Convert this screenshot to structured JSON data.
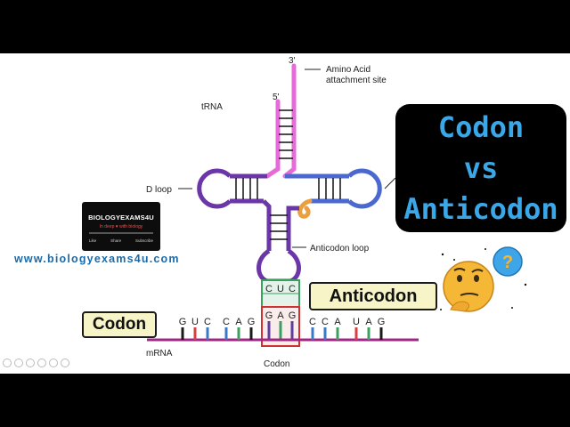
{
  "diagram": {
    "trna_label": "tRNA",
    "three_prime": "3'",
    "five_prime": "5'",
    "amino_acid_label_line1": "Amino Acid",
    "amino_acid_label_line2": "attachment site",
    "d_loop_label": "D loop",
    "anticodon_loop_label": "Anticodon loop",
    "mrna_label": "mRNA",
    "codon_caption": "Codon",
    "anticodon_bases": [
      "C",
      "U",
      "C"
    ],
    "codon_bases": [
      "G",
      "A",
      "G"
    ],
    "mrna_left_bases": [
      "G",
      "U",
      "C",
      "C",
      "A",
      "G"
    ],
    "mrna_right_bases": [
      "C",
      "C",
      "A",
      "U",
      "A",
      "G"
    ]
  },
  "title_card": {
    "line1": "Codon",
    "line2": "vs",
    "line3": "Anticodon"
  },
  "labels": {
    "codon_box": "Codon",
    "anticodon_box": "Anticodon"
  },
  "logo": {
    "name": "BIOLOGYEXAMS4U",
    "tagline": "In deep ♥ with biology",
    "links": [
      "Like",
      "Share",
      "Subscribe"
    ]
  },
  "website": "www.biologyexams4u.com",
  "emoji": {
    "thinking": "🤔",
    "question_mark": "?"
  },
  "colors": {
    "background": "#000000",
    "slide": "#ffffff",
    "title_text": "#3aa8e8",
    "title_card": "#000000",
    "website_text": "#1c6aa8",
    "label_box": "#f7f5c8",
    "trna_pink": "#e66ad8",
    "trna_purple": "#6a36a8",
    "trna_blue": "#4a68d0",
    "trna_orange": "#e8a040",
    "mrna_line": "#a02884",
    "codon_highlight": "#d03030",
    "anticodon_highlight": "#3aa060"
  }
}
